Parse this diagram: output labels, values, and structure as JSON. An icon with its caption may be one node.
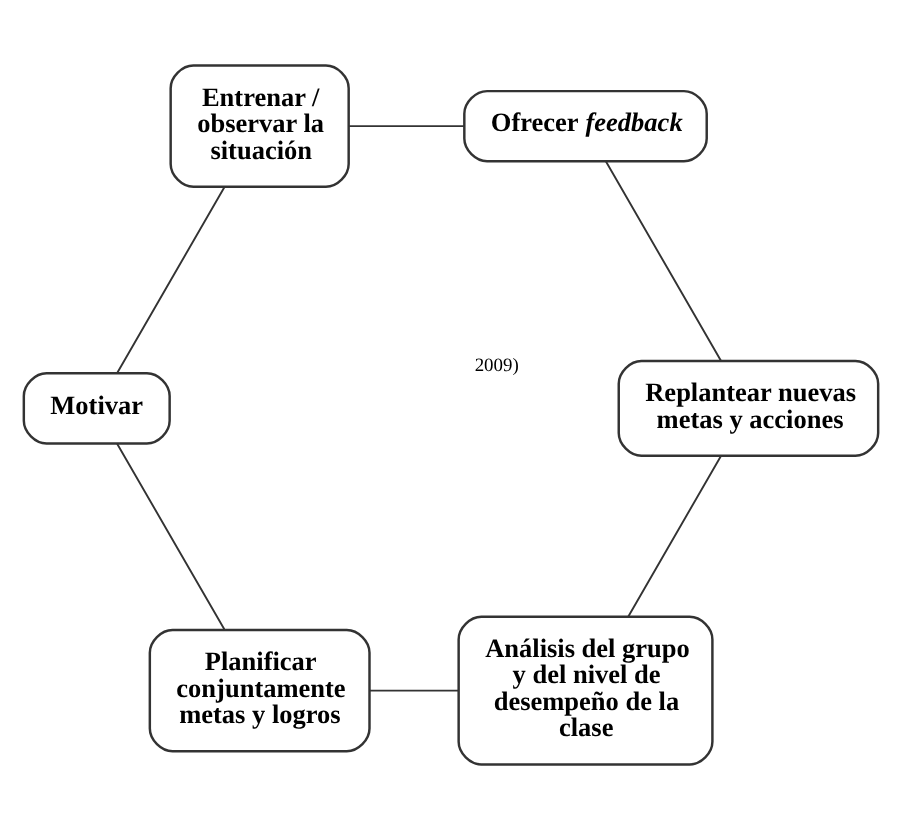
{
  "diagram": {
    "nodes": [
      {
        "text": [
          "Análisis del grupo y del nivel de desempeño de la clase"
        ]
      },
      {
        "text": [
          "Planificar conjuntamente metas y logros"
        ]
      },
      {
        "text": [
          "Motivar"
        ]
      },
      {
        "text": [
          "Entrenar / observar la situación"
        ]
      },
      {
        "text": [
          "Ofrecer *feedback*"
        ]
      },
      {
        "text": [
          "Replantear nuevas metas y acciones"
        ]
      }
    ],
    "edges": [
      {
        "from": 0,
        "to": 1,
        "arrow": "none"
      },
      {
        "from": 1,
        "to": 2,
        "arrow": "none"
      },
      {
        "from": 2,
        "to": 3,
        "arrow": "none"
      },
      {
        "from": 3,
        "to": 4,
        "arrow": "none"
      },
      {
        "from": 4,
        "to": 5,
        "arrow": "none"
      },
      {
        "from": 5,
        "to": 0,
        "arrow": "none"
      }
    ],
    "labels": [
      "2009)"
    ]
  }
}
